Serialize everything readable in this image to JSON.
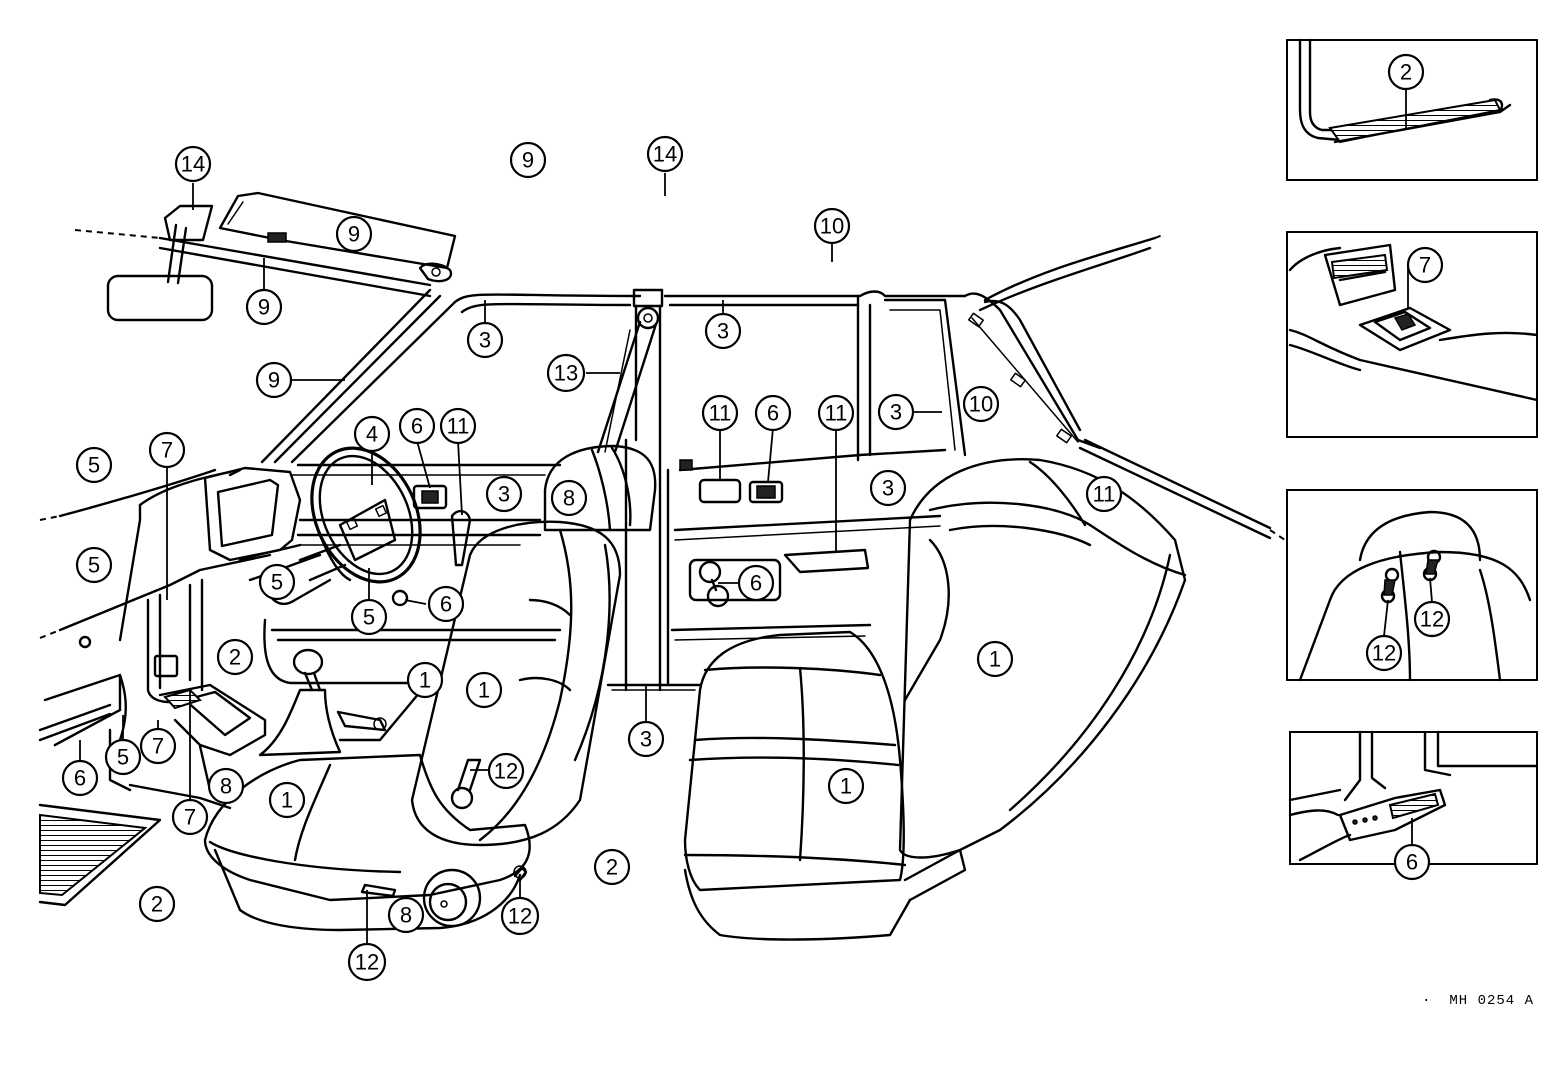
{
  "figure_code": "MH 0254  A",
  "labels": {
    "n1": "1",
    "n2": "2",
    "n3": "3",
    "n4": "4",
    "n5": "5",
    "n6": "6",
    "n7": "7",
    "n8": "8",
    "n9": "9",
    "n10": "10",
    "n11": "11",
    "n12": "12",
    "n13": "13",
    "n14": "14"
  }
}
